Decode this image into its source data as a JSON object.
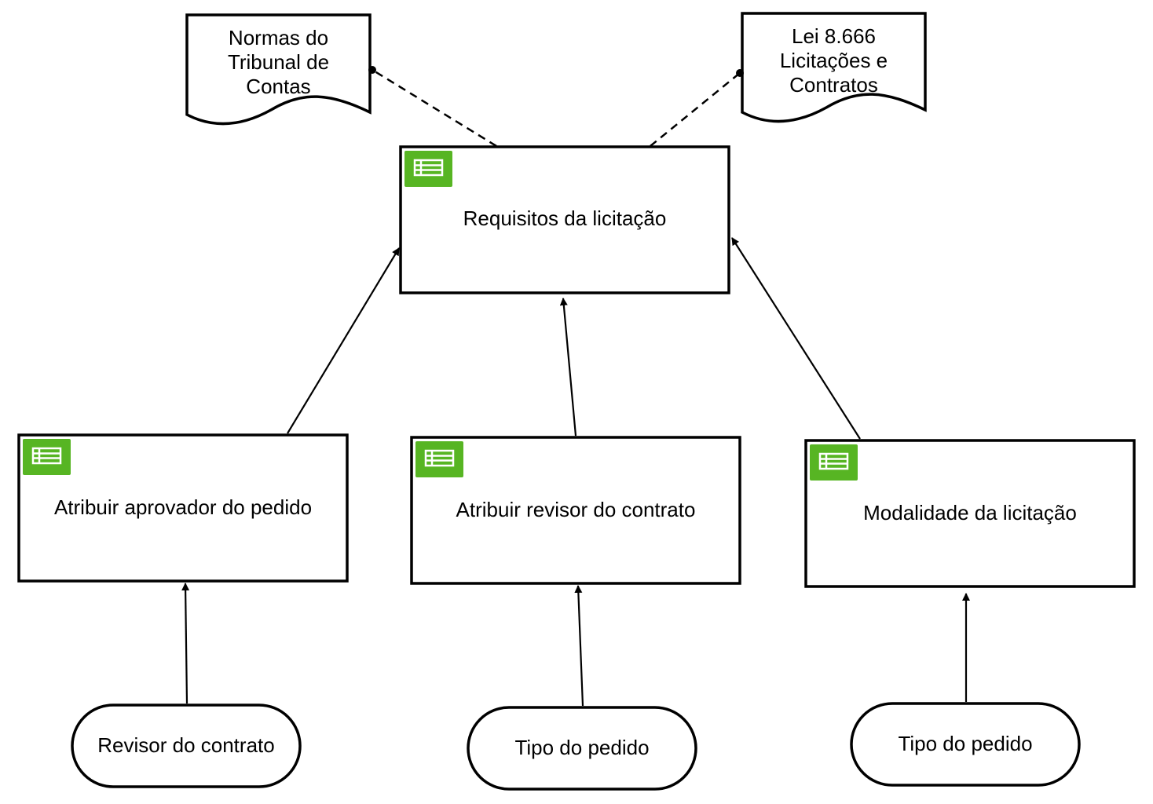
{
  "decision": {
    "label": "Requisitos da licitação",
    "icon": "decision-table-icon"
  },
  "sub_decisions": [
    {
      "label": "Atribuir aprovador do pedido",
      "icon": "decision-table-icon"
    },
    {
      "label": "Atribuir revisor do contrato",
      "icon": "decision-table-icon"
    },
    {
      "label": "Modalidade da licitação",
      "icon": "decision-table-icon"
    }
  ],
  "inputs": [
    {
      "label": "Revisor do contrato"
    },
    {
      "label": "Tipo do pedido"
    },
    {
      "label": "Tipo do pedido"
    }
  ],
  "knowledge_sources": [
    {
      "label": "Normas do\nTribunal de\nContas"
    },
    {
      "label": "Lei 8.666\nLicitações e\nContratos"
    }
  ],
  "colors": {
    "icon_fill": "#57b523",
    "stroke": "#000000",
    "background": "#ffffff"
  }
}
